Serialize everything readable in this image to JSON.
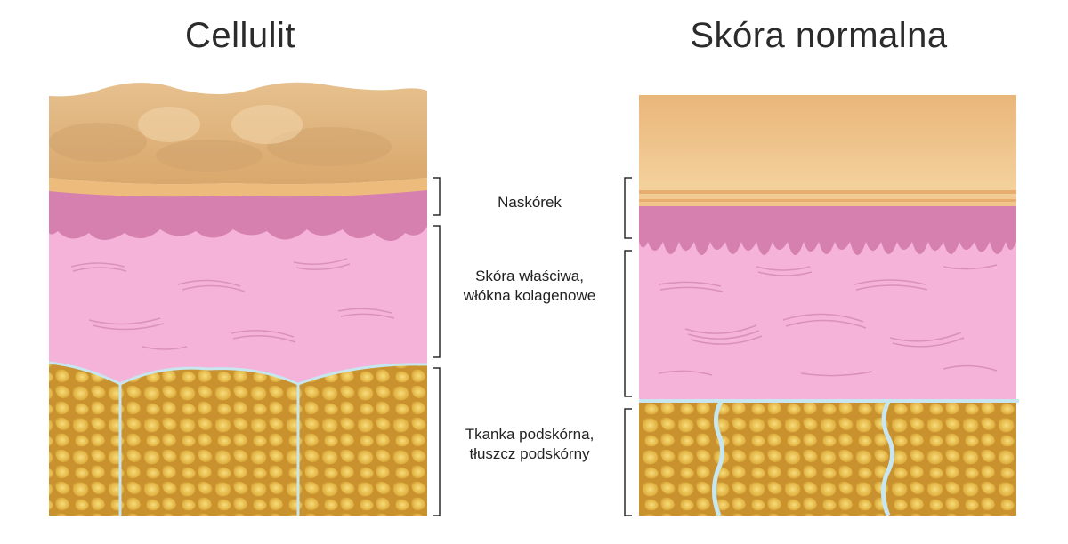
{
  "titles": {
    "left": "Cellulit",
    "right": "Skóra normalna"
  },
  "labels": {
    "epidermis": "Naskórek",
    "dermis_line1": "Skóra właściwa,",
    "dermis_line2": "włókna kolagenowe",
    "subcutis_line1": "Tkanka podskórna,",
    "subcutis_line2": "tłuszcz podskórny"
  },
  "colors": {
    "surface_skin": "#e8c08a",
    "epidermis": "#d57fae",
    "dermis": "#f6b1d8",
    "fat": "#dcaa3c",
    "septa": "#bfe0ec"
  }
}
